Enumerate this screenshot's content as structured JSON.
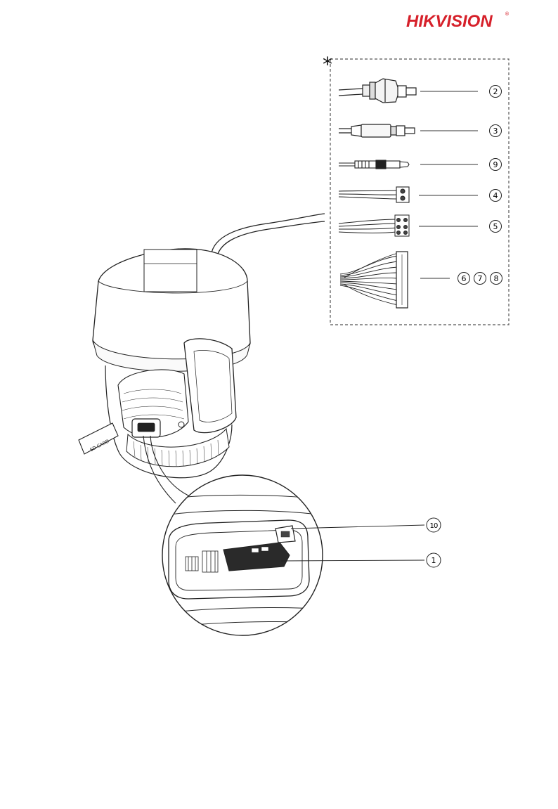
{
  "brand": {
    "logo_text": "HIKVISION",
    "registered_mark": "®",
    "color": "#d6202a"
  },
  "diagram": {
    "optional_marker": "*",
    "line_color": "#1a1a1a",
    "callouts": {
      "bnc": "2",
      "dc_power": "3",
      "audio": "9",
      "connector_2pin": "4",
      "connector_4pin": "5",
      "multi_wire": [
        "6",
        "7",
        "8"
      ],
      "reset_button": "10",
      "sd_slot": "1"
    },
    "sd_card_label": "SD CARD"
  }
}
